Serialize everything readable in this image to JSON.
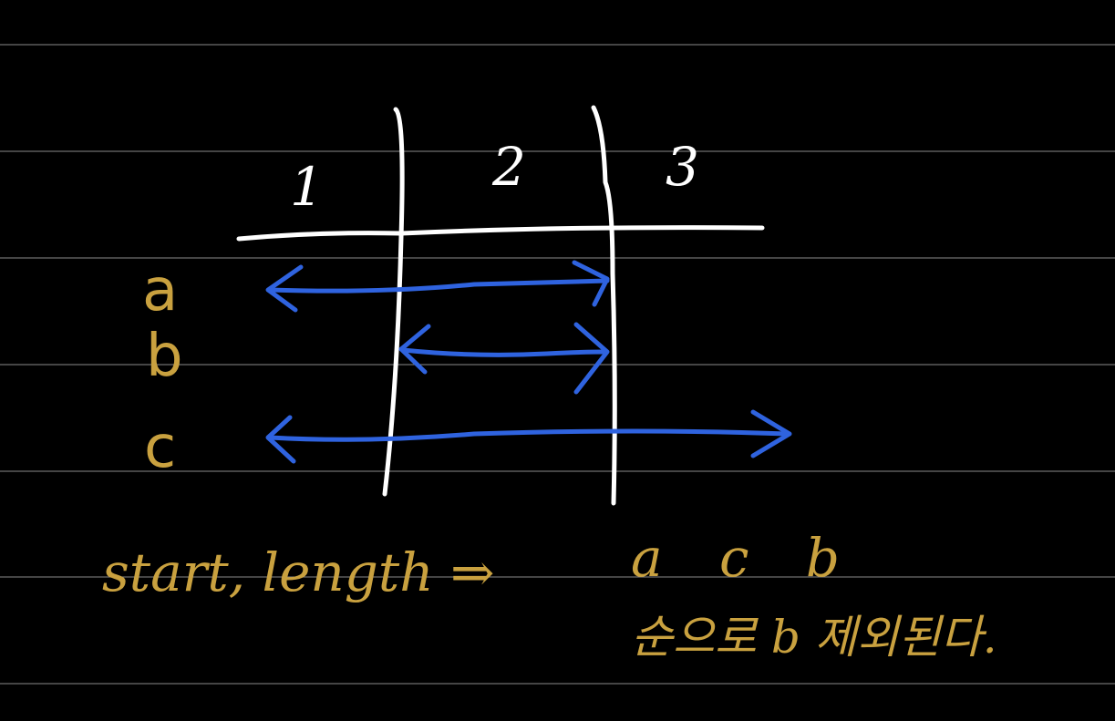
{
  "columns": [
    {
      "label": "1"
    },
    {
      "label": "2"
    },
    {
      "label": "3"
    }
  ],
  "rows": [
    {
      "label": "a"
    },
    {
      "label": "b"
    },
    {
      "label": "c"
    }
  ],
  "note": {
    "left": "start, length ⇒",
    "right_line1": "a c b",
    "right_line2": "순으로 b 제외된다."
  },
  "colors": {
    "background": "#000000",
    "ruled_line": "#8a8a8a",
    "grid": "#ffffff",
    "arrow": "#2f63df",
    "ink": "#c9a13f"
  }
}
